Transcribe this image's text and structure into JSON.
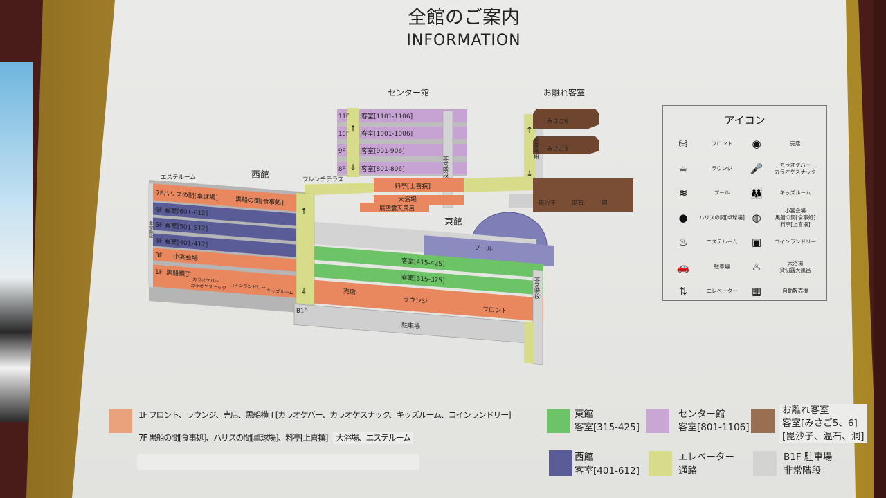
{
  "title": {
    "ja": "全館のご案内",
    "en": "INFORMATION"
  },
  "buildings": {
    "center": "センター館",
    "annex": "お離れ客室",
    "west": "西館",
    "east": "東館"
  },
  "west_floors": {
    "aesthetic": "エステルーム",
    "f7a": "7Fハリスの間[卓球場]",
    "f7b": "黒船の間[食事処]",
    "f6": "6F 客室[601-612]",
    "f5": "5F 客室[501-512]",
    "f4": "4F 客室[401-412]",
    "f3": "3F",
    "f3_label": "小宴会場",
    "f1": "1F",
    "f1_label": "黒船横丁",
    "karaoke": "カラオケバー",
    "karaoke2": "カラオケスナック",
    "laundry": "コインランドリー",
    "kids": "キッズルーム",
    "stairs": "非常階段"
  },
  "french_terrace": "フレンチテラス",
  "center_floors": [
    {
      "floor": "11F",
      "label": "客室[1101-1106]"
    },
    {
      "floor": "10F",
      "label": "客室[1001-1006]"
    },
    {
      "floor": "9F",
      "label": "客室[901-906]"
    },
    {
      "floor": "8F",
      "label": "客室[801-806]"
    }
  ],
  "center_lower": {
    "ryotei": "料亭[上喜撰]",
    "bath": "大浴場",
    "openbath": "展望露天風呂",
    "stairs": "非常階段"
  },
  "east_floors": {
    "pool": "プール",
    "f4": "客室[415-425]",
    "f3": "客室[315-325]",
    "shop": "売店",
    "lounge": "ラウンジ",
    "front": "フロント",
    "b1": "B1F",
    "parking": "駐車場",
    "stairs": "非常階段"
  },
  "annex": {
    "misago6": "みさご6",
    "misago5": "みさご5",
    "rooms": [
      "毘沙子",
      "温石",
      "洞"
    ],
    "stairs": "非常階段"
  },
  "icon_legend": {
    "title": "アイコン",
    "items": [
      {
        "icon": "front-desk-icon",
        "label": "フロント"
      },
      {
        "icon": "shop-icon",
        "label": "売店"
      },
      {
        "icon": "coffee-cup-icon",
        "label": "ラウンジ"
      },
      {
        "icon": "microphone-icon",
        "label": "カラオケバー\nカラオケスナック",
        "l1": "カラオケバー",
        "l2": "カラオケスナック"
      },
      {
        "icon": "swimmer-icon",
        "label": "プール"
      },
      {
        "icon": "kids-icon",
        "label": "キッズルーム"
      },
      {
        "icon": "ping-pong-icon",
        "label": "ハリスの間[卓球場]"
      },
      {
        "icon": "dining-icon",
        "l1": "小宴会場",
        "l2": "黒船の間[食事処]",
        "l3": "料亭[上喜撰]"
      },
      {
        "icon": "massage-icon",
        "label": "エステルーム"
      },
      {
        "icon": "washing-machine-icon",
        "label": "コインランドリー"
      },
      {
        "icon": "parking-icon",
        "label": "駐車場"
      },
      {
        "icon": "hot-spring-icon",
        "l1": "大浴場",
        "l2": "貸切露天風呂"
      },
      {
        "icon": "elevator-icon",
        "label": "エレベーター"
      },
      {
        "icon": "vending-machine-icon",
        "label": "自動販売機"
      }
    ]
  },
  "color_legend": {
    "orange": {
      "color": "#e9a27a",
      "l1": "1F フロント、ラウンジ、売店、黒船横丁[カラオケバー、カラオケスナック、キッズルーム、コインランドリー]",
      "l2": "7F 黒船の間[食事処]、ハリスの間[卓球場]、料亭[上喜撰]",
      "l2b": "大浴場、エステルーム"
    },
    "green": {
      "color": "#6cc466",
      "l1": "東館",
      "l2": "客室[315-425]"
    },
    "purple": {
      "color": "#c9a6d6",
      "l1": "センター館",
      "l2": "客室[801-1106]"
    },
    "brown": {
      "color": "#9a6e50",
      "l1": "お離れ客室",
      "l2": "客室[みさご5、6]",
      "l3": "[毘沙子、温石、洞]"
    },
    "blue": {
      "color": "#5a5c98",
      "l1": "西館",
      "l2": "客室[401-612]"
    },
    "yellow": {
      "color": "#d6dc8a",
      "l1": "エレベーター",
      "l2": "通路"
    },
    "gray": {
      "color": "#cfcfcd",
      "l1": "B1F 駐車場",
      "l2": "非常階段"
    }
  }
}
